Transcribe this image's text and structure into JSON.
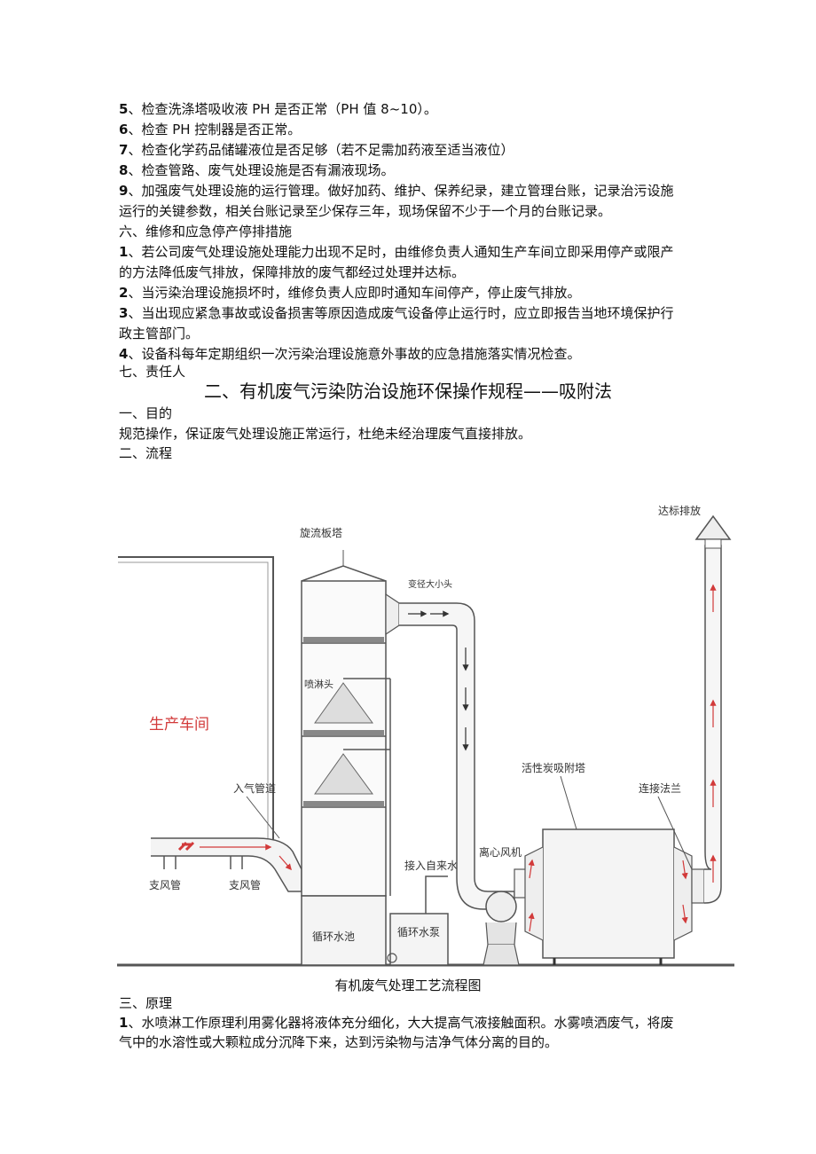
{
  "checks": [
    {
      "num": "5",
      "text": "、检查洗涤塔吸收液 PH 是否正常（PH 值 8~10）。"
    },
    {
      "num": "6",
      "text": "、检查 PH 控制器是否正常。"
    },
    {
      "num": "7",
      "text": "、检查化学药品储罐液位是否足够（若不足需加药液至适当液位）"
    },
    {
      "num": "8",
      "text": "、检查管路、废气处理设施是否有漏液现场。"
    },
    {
      "num": "9",
      "text": "、加强废气处理设施的运行管理。做好加药、维护、保养纪录，建立管理台账，记录治污设施"
    }
  ],
  "check9_cont": "运行的关键参数，相关台账记录至少保存三年，现场保留不少于一个月的台账记录。",
  "section6": {
    "title": "六、维修和应急停产停排措施",
    "items": [
      {
        "num": "1",
        "text": "、若公司废气处理设施处理能力出现不足时，由维修负责人通知生产车间立即采用停产或限产"
      },
      {
        "num": "",
        "text": "的方法降低废气排放，保障排放的废气都经过处理并达标。"
      },
      {
        "num": "2",
        "text": "、当污染治理设施损坏时，维修负责人应即时通知车间停产，停止废气排放。"
      },
      {
        "num": "3",
        "text": "、当出现应紧急事故或设备损害等原因造成废气设备停止运行时，应立即报告当地环境保护行"
      },
      {
        "num": "",
        "text": "政主管部门。"
      },
      {
        "num": "4",
        "text": "、设备科每年定期组织一次污染治理设施意外事故的应急措施落实情况检查。"
      }
    ]
  },
  "section7_title": "七、责任人",
  "main_heading": "二、有机废气污染防治设施环保操作规程——吸附法",
  "purpose_title": "一、目的",
  "purpose_text": "规范操作，保证废气处理设施正常运行，杜绝未经治理废气直接排放。",
  "process_title": "二、流程",
  "diagram": {
    "workshop": "生产车间",
    "tower": "旋流板塔",
    "reducer": "变径大小头",
    "sprayer": "喷淋头",
    "inlet_pipe": "入气管道",
    "branch1": "支风管",
    "branch2": "支风管",
    "tap_water": "接入自来水",
    "pool": "循环水池",
    "pump": "循环水泵",
    "fan": "离心风机",
    "carbon_tower": "活性炭吸附塔",
    "flange": "连接法兰",
    "exhaust": "达标排放",
    "colors": {
      "line": "#444444",
      "arrow": "#d23a3a",
      "label_red": "#d23a3a"
    }
  },
  "caption": "有机废气处理工艺流程图",
  "principle_title": "三、原理",
  "principle_lines": [
    {
      "num": "1",
      "text": "、水喷淋工作原理利用雾化器将液体充分细化，大大提高气液接触面积。水雾喷洒废气，将废"
    },
    {
      "num": "",
      "text": "气中的水溶性或大颗粒成分沉降下来，达到污染物与洁净气体分离的目的。"
    }
  ]
}
